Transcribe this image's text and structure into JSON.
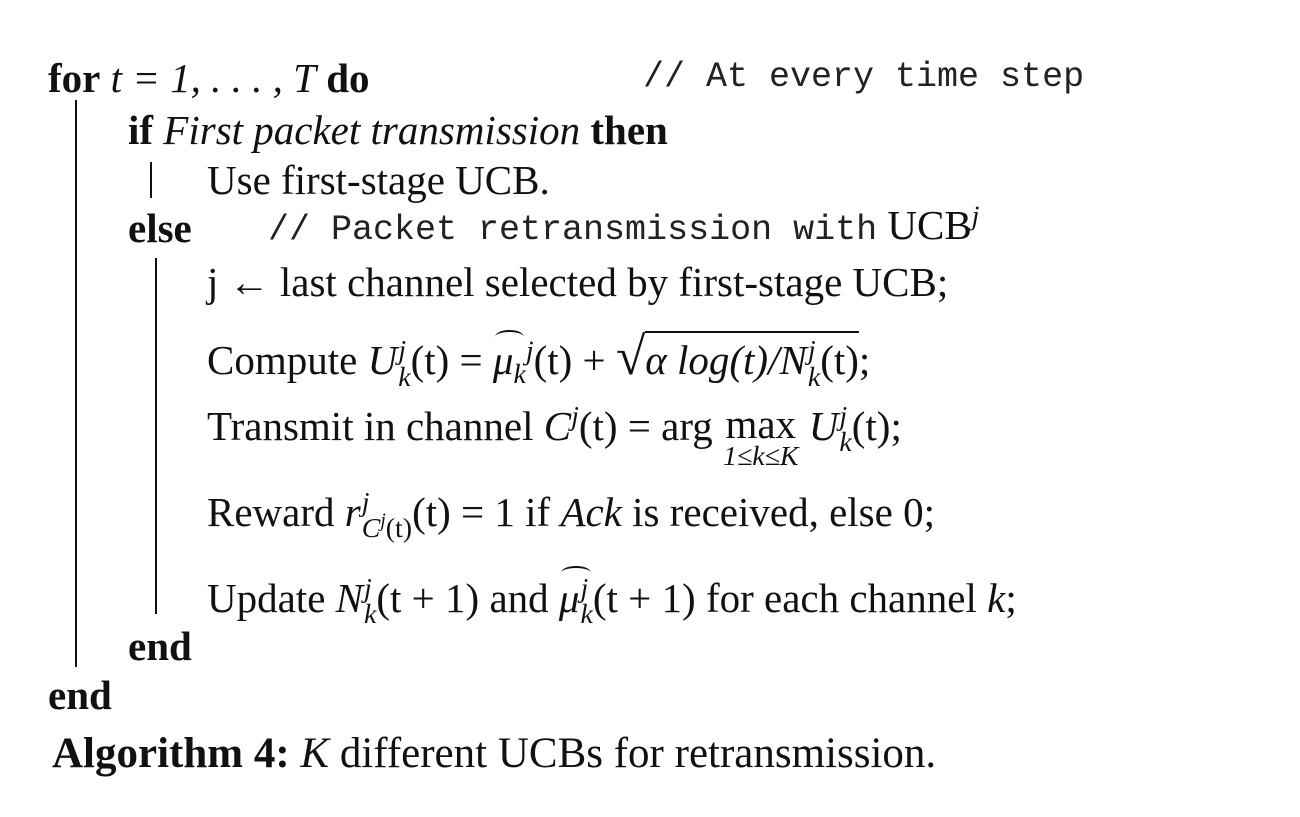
{
  "algorithm": {
    "line_for": {
      "kw_for": "for",
      "expr": "t = 1, . . . , T",
      "kw_do": "do",
      "comment": "// At every time step"
    },
    "line_if": {
      "kw_if": "if",
      "cond": "First packet transmission",
      "kw_then": "then"
    },
    "line_use": "Use first-stage UCB.",
    "line_else": {
      "kw_else": "else",
      "comment": "// Packet retransmission with",
      "ucb": "UCB",
      "ucb_sup": "j"
    },
    "line_j": "j ← last channel selected by first-stage UCB;",
    "line_compute": {
      "word": "Compute",
      "U": "U",
      "sup": "j",
      "sub": "k",
      "t": "(t) = ",
      "mu": "μ",
      "mu_sub": "k",
      "mu_sup": "j",
      "mu_t": "(t) + ",
      "sqrt_body": "α log(t)/",
      "N": "N",
      "N_t": "(t)",
      "end": ";"
    },
    "line_transmit": {
      "word": "Transmit in channel",
      "C": "C",
      "C_sup": "j",
      "C_t": "(t) = arg",
      "max": "max",
      "max_lim": "1≤k≤K",
      "U": "U",
      "U_t": "(t);"
    },
    "line_reward": {
      "word": "Reward",
      "r": "r",
      "r_sup": "j",
      "r_sub": "C",
      "r_sub_sup": "j",
      "r_sub_t": "(t)",
      "rest1": "(t) = 1 if",
      "ack": "Ack",
      "rest2": "is received, else 0;"
    },
    "line_update": {
      "word": "Update",
      "N": "N",
      "N_t": "(t + 1) and",
      "mu": "μ",
      "mu_t": "(t + 1) for each channel",
      "k": "k",
      "end": ";"
    },
    "end_inner": "end",
    "end_outer": "end"
  },
  "caption": {
    "label": "Algorithm 4:",
    "K": "K",
    "text": "different UCBs for retransmission."
  }
}
